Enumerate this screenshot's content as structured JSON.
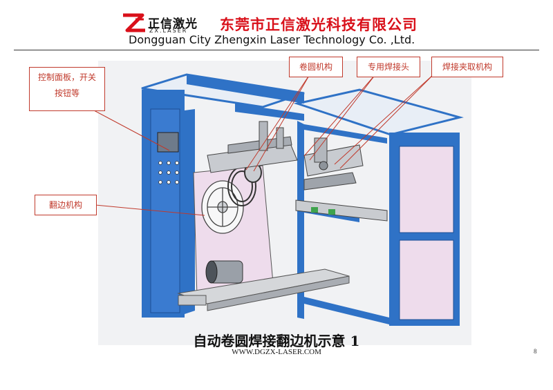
{
  "header": {
    "logo_cn": "正信激光",
    "logo_en": "ZX.LASER",
    "company_cn": "东莞市正信激光科技有限公司",
    "company_en": "Dongguan City Zhengxin Laser Technology Co. ,Ltd."
  },
  "callouts": {
    "control_panel_line1": "控制面板，开关",
    "control_panel_line2": "按钮等",
    "rolling": "卷圆机构",
    "welding_head": "专用焊接头",
    "clamping": "焊接夹取机构",
    "flanging": "翻边机构"
  },
  "caption": "自动卷圆焊接翻边机示意 1",
  "website": "WWW.DGZX-LASER.COM",
  "page_number": "8",
  "colors": {
    "frame_blue": "#2f72c6",
    "panel_pink": "#eedcec",
    "callout_red": "#c0392b",
    "brand_red": "#d9101a"
  }
}
